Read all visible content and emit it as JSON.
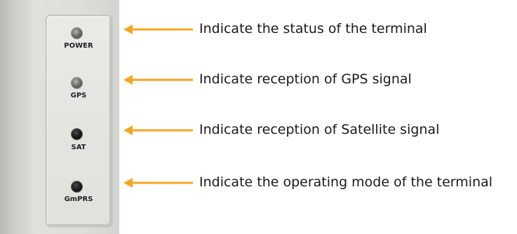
{
  "indicators": [
    {
      "label": "POWER",
      "led_color": "gray",
      "caption": "Indicate the status of the terminal"
    },
    {
      "label": "GPS",
      "led_color": "gray",
      "caption": "Indicate reception of GPS signal"
    },
    {
      "label": "SAT",
      "led_color": "black",
      "caption": "Indicate reception of Satellite signal"
    },
    {
      "label": "GmPRS",
      "led_color": "black",
      "caption": "Indicate the operating mode of the terminal"
    }
  ],
  "colors": {
    "arrow": "#f5a623",
    "panel": "#e4e6e2"
  }
}
